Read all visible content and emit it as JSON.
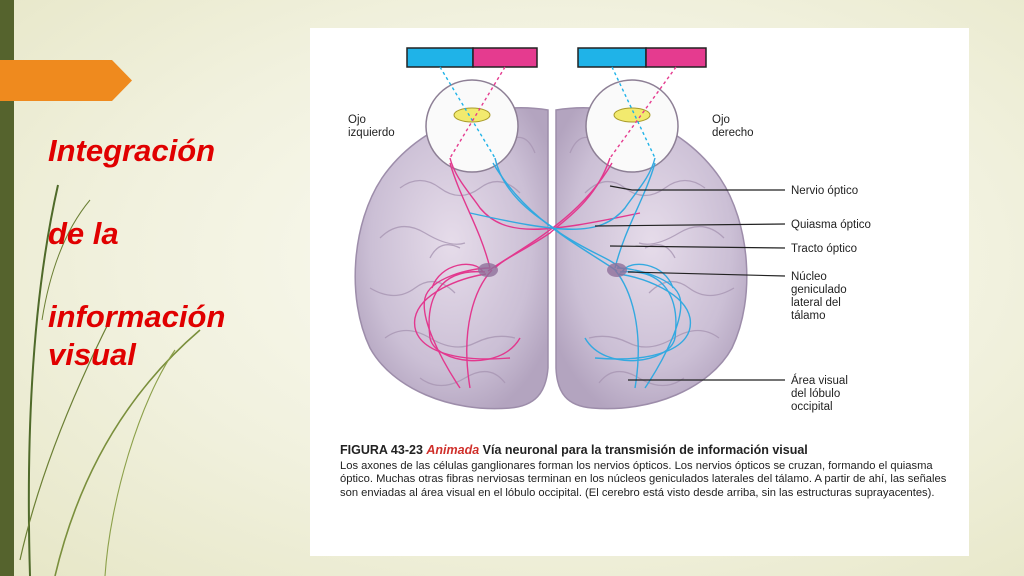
{
  "slide": {
    "title_lines": [
      "Integración",
      "de la",
      "información visual"
    ]
  },
  "figure": {
    "labels": {
      "left_eye": [
        "Ojo",
        "izquierdo"
      ],
      "right_eye": [
        "Ojo",
        "derecho"
      ],
      "optic_nerve": "Nervio óptico",
      "optic_chiasm": "Quiasma óptico",
      "optic_tract": "Tracto óptico",
      "lgn": [
        "Núcleo",
        "geniculado",
        "lateral del",
        "tálamo"
      ],
      "visual_area": [
        "Área visual",
        "del lóbulo",
        "occipital"
      ]
    },
    "caption": {
      "figure_number": "FIGURA 43-23",
      "tag": "Animada",
      "title": "Vía neuronal para la transmisión de información visual",
      "body": "Los axones de las células ganglionares forman los nervios ópticos. Los nervios ópticos se cruzan, formando el quiasma óptico. Muchas otras fibras nerviosas terminan en los núcleos geniculados laterales del tálamo. A partir de ahí, las señales son enviadas al área visual en el lóbulo occipital. (El cerebro está visto desde arriba, sin las estructuras suprayacentes)."
    }
  },
  "colors": {
    "title": "#e00000",
    "accent_orange": "#ef8a1e",
    "left_bar": "#55632d",
    "cyan_pathway": "#33a9e0",
    "magenta_pathway": "#e2388e",
    "brain": "#c9bcd2"
  }
}
